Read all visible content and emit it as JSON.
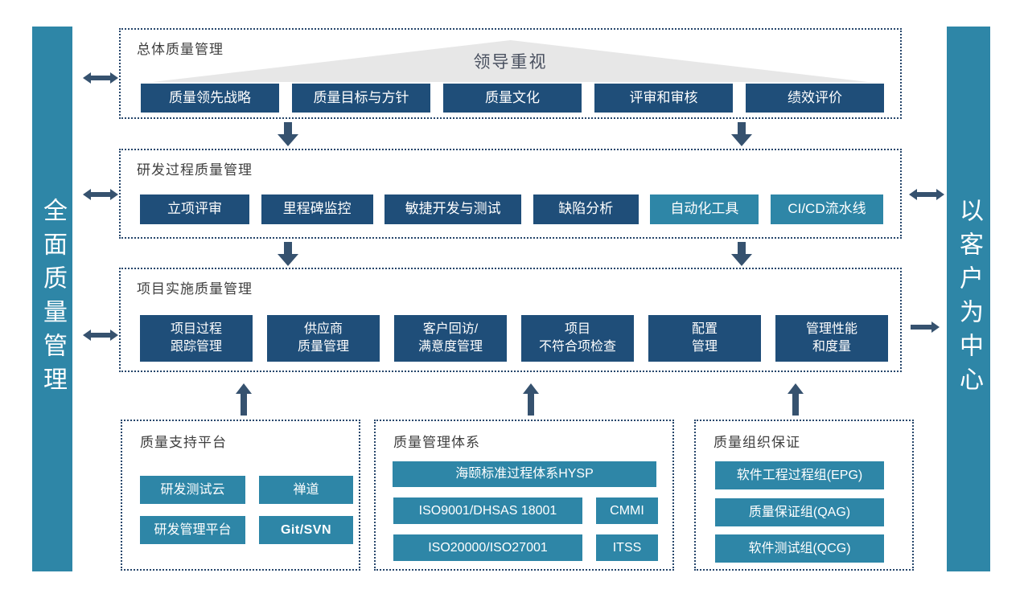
{
  "bars": {
    "left": "全面质量管理",
    "right": "以客户为中心"
  },
  "sections": {
    "overall": {
      "title": "总体质量管理",
      "banner": "领导重视",
      "items": [
        "质量领先战略",
        "质量目标与方针",
        "质量文化",
        "评审和审核",
        "绩效评价"
      ]
    },
    "rd": {
      "title": "研发过程质量管理",
      "items": [
        "立项评审",
        "里程碑监控",
        "敏捷开发与测试",
        "缺陷分析",
        "自动化工具",
        "CI/CD流水线"
      ]
    },
    "project": {
      "title": "项目实施质量管理",
      "items": [
        {
          "line1": "项目过程",
          "line2": "跟踪管理"
        },
        {
          "line1": "供应商",
          "line2": "质量管理"
        },
        {
          "line1": "客户回访/",
          "line2": "满意度管理"
        },
        {
          "line1": "项目",
          "line2": "不符合项检查"
        },
        {
          "line1": "配置",
          "line2": "管理"
        },
        {
          "line1": "管理性能",
          "line2": "和度量"
        }
      ]
    },
    "platform": {
      "title": "质量支持平台",
      "items": [
        "研发测试云",
        "禅道",
        "研发管理平台",
        "Git/SVN"
      ]
    },
    "system": {
      "title": "质量管理体系",
      "wide": "海颐标准过程体系HYSP",
      "items": [
        "ISO9001/DHSAS 18001",
        "CMMI",
        "ISO20000/ISO27001",
        "ITSS"
      ]
    },
    "org": {
      "title": "质量组织保证",
      "items": [
        "软件工程过程组(EPG)",
        "质量保证组(QAG)",
        "软件测试组(QCG)"
      ]
    }
  },
  "colors": {
    "dark_blue": "#1f4e79",
    "teal": "#2e86a7",
    "arrow": "#36526f",
    "dotted_border": "#26466b",
    "triangle_fill": "#e7e7e7"
  }
}
